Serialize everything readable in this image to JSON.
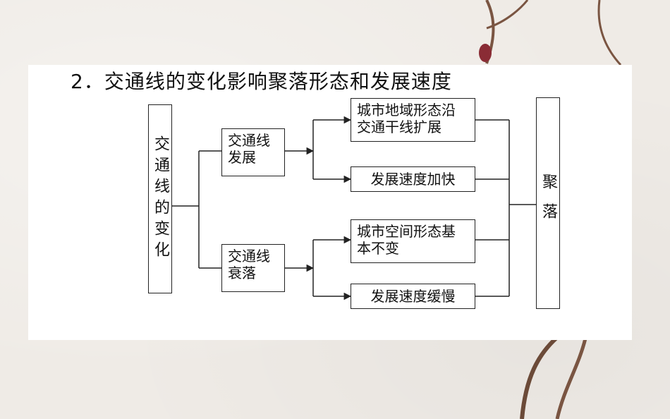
{
  "title": "2．交通线的变化影响聚落形态和发展速度",
  "nodes": {
    "root": "交通线的变化",
    "develop": "交通线发展",
    "decline": "交通线衰落",
    "outcome1": "城市地域形态沿交通干线扩展",
    "outcome2": "发展速度加快",
    "outcome3": "城市空间形态基本不变",
    "outcome4": "发展速度缓慢",
    "result": "聚落"
  }
}
